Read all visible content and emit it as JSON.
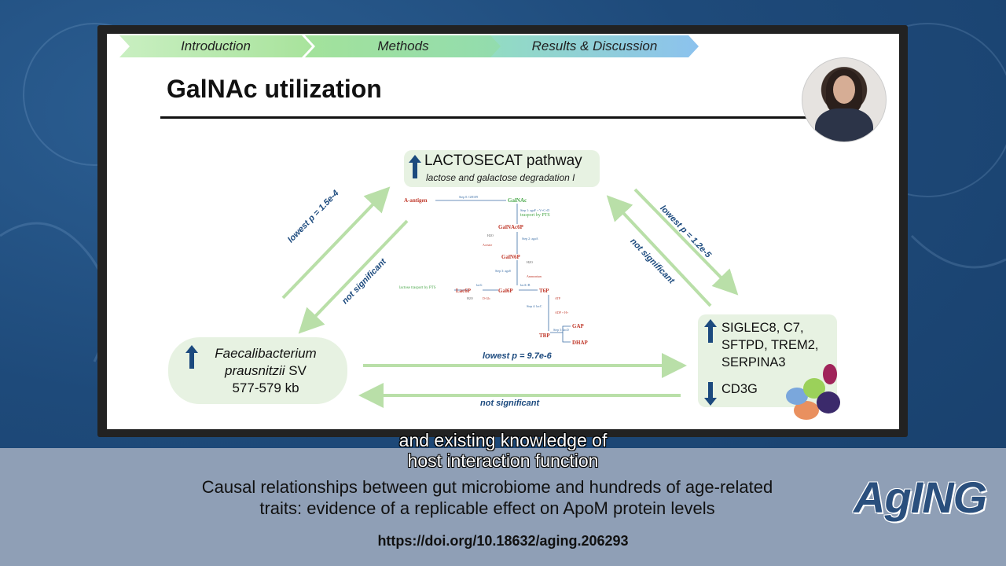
{
  "nav": {
    "steps": [
      "Introduction",
      "Methods",
      "Results & Discussion"
    ]
  },
  "slide": {
    "title": "GalNAc utilization",
    "lactosecat": {
      "title": "LACTOSECAT pathway",
      "subtitle": "lactose and galactose degradation I"
    },
    "bacterium": {
      "line1": "Faecalibacterium",
      "line2_italic": "prausnitzii",
      "line2_rest": " SV",
      "line3": "577-579 kb"
    },
    "genes": {
      "up_lines": [
        "SIGLEC8, C7,",
        "SFTPD, TREM2,",
        "SERPINA3"
      ],
      "down": "CD3G"
    },
    "arrows": {
      "left_up": "lowest p = 1.5e-4",
      "left_down": "not significant",
      "right_down": "lowest p = 1.2e-5",
      "right_up": "not significant",
      "bottom_right": "lowest p = 9.7e-6",
      "bottom_left": "not significant"
    },
    "pathway": {
      "a_antigen": "A-antigen",
      "step0": "Step 0: GH109",
      "galnac": "GalNAc",
      "step1": "Step 1: agaF + V+C+D",
      "transport_pts": "trasport by PTS",
      "galnac6p": "GalNAc6P",
      "h2o_1": "H2O",
      "step2": "Step 2: agaA",
      "acetate": "Acetate",
      "galn6p": "GalN6P",
      "h2o_2": "H2O",
      "step3": "Step 3: agaS",
      "ammonium": "Ammonium",
      "lactose_transport": "lactose trasport by PTS",
      "lac6p": "Lac6P",
      "lacg": "lacG",
      "h2o_3": "H2O",
      "dglc": "D-Glc",
      "gal6p": "Gal6P",
      "lacab": "lacA+B",
      "t6p": "T6P",
      "atp": "ATP",
      "step4": "Step 4: lacC",
      "adp": "ADP + H+",
      "tbp": "TBP",
      "step5": "Step 5: lacD",
      "gap": "GAP",
      "dhap": "DHAP"
    }
  },
  "caption": {
    "line1": "and existing knowledge of",
    "line2": "host interaction function"
  },
  "footer": {
    "paper_title_line1": "Causal relationships between gut microbiome and hundreds of age-related",
    "paper_title_line2": "traits: evidence of a replicable effect on ApoM protein levels",
    "doi": "https://doi.org/10.18632/aging.206293",
    "logo": "AgING"
  },
  "colors": {
    "arrow_green": "#b9dfa8",
    "label_blue": "#1c4a7e",
    "box_fill": "#e7f2e2",
    "background": "#1f4d7f"
  },
  "icons": [
    "up-arrow-icon",
    "down-arrow-icon",
    "presenter-avatar",
    "protein-complex-icon"
  ]
}
